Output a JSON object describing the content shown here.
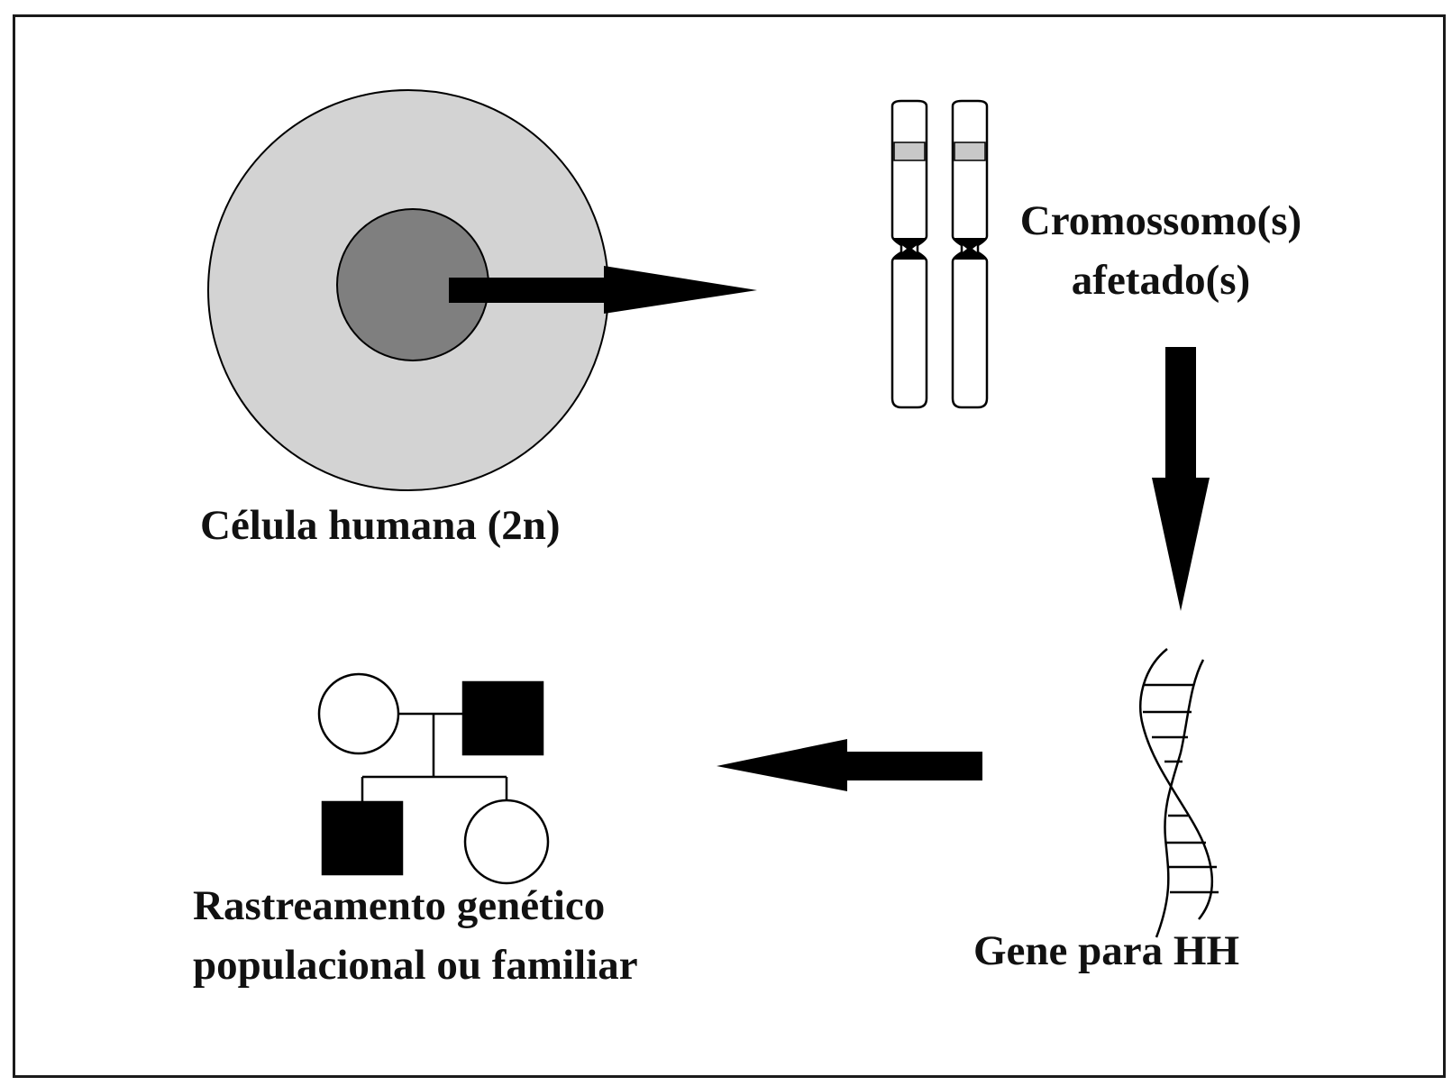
{
  "labels": {
    "cell": "Célula humana (2n)",
    "chromosomes_line1": "Cromossomo(s)",
    "chromosomes_line2": "afetado(s)",
    "gene": "Gene para HH",
    "screening_line1": "Rastreamento genético",
    "screening_line2": "populacional ou familiar"
  },
  "colors": {
    "cytoplasm": "#d3d3d3",
    "nucleus": "#7f7f7f",
    "chromosome_band": "#c8c8c8",
    "affected_individual": "#000000",
    "unaffected_individual": "#ffffff"
  },
  "pedigree": {
    "parents": [
      "unaffected-female",
      "affected-male"
    ],
    "children": [
      "affected-male",
      "unaffected-female"
    ]
  }
}
